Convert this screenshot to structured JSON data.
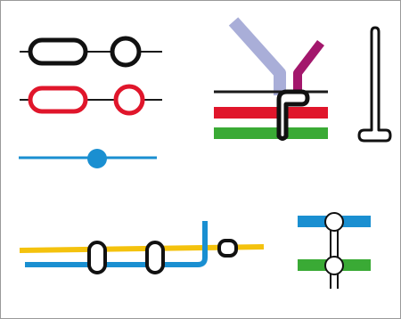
{
  "diagram": {
    "kind": "transit-map-symbol-legend",
    "colors": {
      "background": "#ffffff",
      "frame": "#9a9a9a",
      "black_line": "#1a1a1a",
      "red_line": "#e0162b",
      "blue_line": "#1a8fd1",
      "yellow_line": "#f4c20d",
      "green_line": "#3aaa35",
      "lavender_line": "#a9aed8",
      "purple_line": "#a3176c",
      "station_fill": "#ffffff",
      "station_stroke": "#111111"
    },
    "groups": [
      {
        "id": "interchange-black",
        "icons": [
          "stadium-station-icon",
          "ring-station-icon"
        ]
      },
      {
        "id": "interchange-red",
        "icons": [
          "stadium-station-icon",
          "ring-station-icon"
        ]
      },
      {
        "id": "blue-line-stop",
        "icons": [
          "solid-dot-station-icon"
        ]
      },
      {
        "id": "converging-lines",
        "icons": [
          "bent-connector-icon"
        ]
      },
      {
        "id": "terminus",
        "icons": [
          "pin-terminus-icon"
        ]
      },
      {
        "id": "parallel-yellow-blue",
        "icons": [
          "capsule-station-icon",
          "capsule-station-icon",
          "small-station-icon"
        ]
      },
      {
        "id": "vertical-crossing",
        "icons": [
          "ring-station-icon",
          "ring-station-icon"
        ]
      }
    ]
  }
}
